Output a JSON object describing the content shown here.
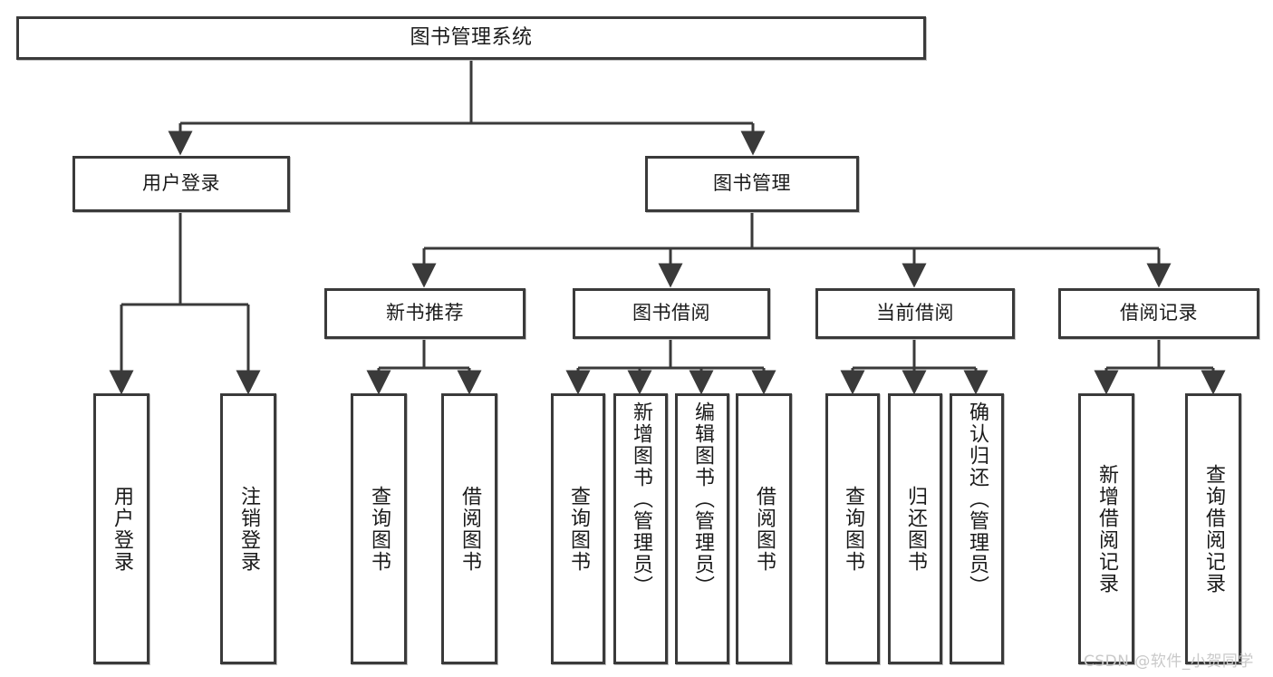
{
  "diagram": {
    "title": "图书管理系统",
    "type": "tree-hierarchy",
    "root": {
      "id": "root",
      "label": "图书管理系统"
    },
    "level1": [
      {
        "id": "login",
        "label": "用户登录"
      },
      {
        "id": "bookmgmt",
        "label": "图书管理"
      }
    ],
    "level2": [
      {
        "id": "newbook",
        "label": "新书推荐",
        "parent": "bookmgmt"
      },
      {
        "id": "borrow",
        "label": "图书借阅",
        "parent": "bookmgmt"
      },
      {
        "id": "current",
        "label": "当前借阅",
        "parent": "bookmgmt"
      },
      {
        "id": "records",
        "label": "借阅记录",
        "parent": "bookmgmt"
      }
    ],
    "leaves": {
      "login": [
        {
          "id": "leaf-user-login",
          "label": "用户登录"
        },
        {
          "id": "leaf-user-logout",
          "label": "注销登录"
        }
      ],
      "newbook": [
        {
          "id": "leaf-query-book-1",
          "label": "查询图书"
        },
        {
          "id": "leaf-borrow-book-1",
          "label": "借阅图书"
        }
      ],
      "borrow": [
        {
          "id": "leaf-query-book-2",
          "label": "查询图书"
        },
        {
          "id": "leaf-add-book",
          "label": "新增图书（管理员）"
        },
        {
          "id": "leaf-edit-book",
          "label": "编辑图书（管理员）"
        },
        {
          "id": "leaf-borrow-book-2",
          "label": "借阅图书"
        }
      ],
      "current": [
        {
          "id": "leaf-query-book-3",
          "label": "查询图书"
        },
        {
          "id": "leaf-return-book",
          "label": "归还图书"
        },
        {
          "id": "leaf-confirm-return",
          "label": "确认归还（管理员）"
        }
      ],
      "records": [
        {
          "id": "leaf-add-record",
          "label": "新增借阅记录"
        },
        {
          "id": "leaf-query-record",
          "label": "查询借阅记录"
        }
      ]
    }
  },
  "watermark": {
    "text": "CSDN @软件_小贺同学"
  },
  "colors": {
    "border": "#3a3a3a",
    "edge": "#3a3a3a",
    "background": "#ffffff",
    "text": "#1a1a1a",
    "watermark": "#c9c9c9"
  }
}
